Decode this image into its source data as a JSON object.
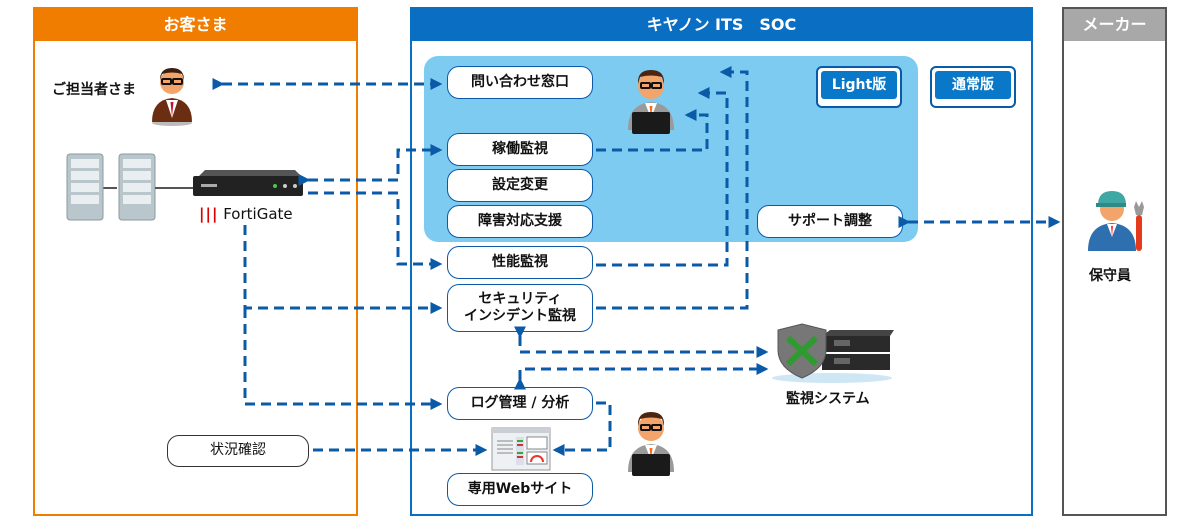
{
  "panels": {
    "customer": {
      "title": "お客さま",
      "color": "#f07c00"
    },
    "soc": {
      "title": "キヤノン ITS　SOC",
      "color": "#0a6fc2"
    },
    "maker": {
      "title": "メーカー",
      "color": "#a8a8a8"
    }
  },
  "customer": {
    "person_label": "ご担当者さま",
    "device_label": "FortiGate",
    "status_check": "状況確認"
  },
  "soc": {
    "services": {
      "inquiry": "問い合わせ窓口",
      "operation_monitoring": "稼働監視",
      "config_change": "設定変更",
      "incident_support": "障害対応支援",
      "performance_monitoring": "性能監視",
      "security_incident_monitoring_line1": "セキュリティ",
      "security_incident_monitoring_line2": "インシデント監視",
      "log_management": "ログ管理 / 分析",
      "web_site": "専用Webサイト",
      "support_coordination": "サポート調整"
    },
    "plans": {
      "light": "Light版",
      "standard": "通常版"
    },
    "monitoring_system_label": "監視システム"
  },
  "maker": {
    "person_label": "保守員"
  },
  "colors": {
    "arrow": "#0a5aa8",
    "light_area": "#7ecbf1"
  }
}
